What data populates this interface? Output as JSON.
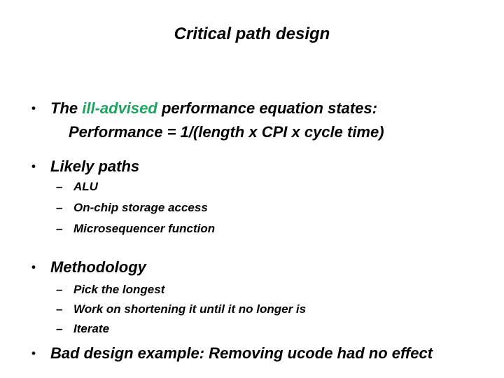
{
  "slide": {
    "title": "Critical path design",
    "bullet_char": "•",
    "dash_char": "–",
    "colors": {
      "accent_green": "#1EA45F",
      "text": "#000000",
      "background": "#ffffff"
    },
    "equation_bullet": {
      "pre": "The ",
      "highlight": "ill-advised",
      "post": " performance equation states:",
      "continuation": "Performance = 1/(length x CPI x cycle time)"
    },
    "likely_paths": {
      "label": "Likely paths",
      "items": [
        "ALU",
        "On-chip storage access",
        "Microsequencer function"
      ]
    },
    "methodology": {
      "label": "Methodology",
      "items": [
        "Pick the longest",
        "Work on shortening it until it no longer is",
        "Iterate"
      ]
    },
    "bad_design": {
      "label": "Bad design example: Removing ucode had no effect"
    }
  }
}
